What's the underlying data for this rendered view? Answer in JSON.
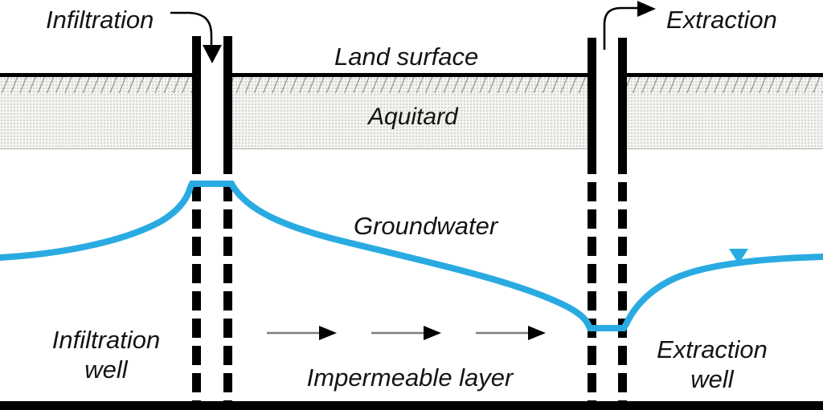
{
  "diagram": {
    "labels": {
      "infiltration": "Infiltration",
      "extraction": "Extraction",
      "land_surface": "Land surface",
      "aquitard": "Aquitard",
      "groundwater": "Groundwater",
      "infiltration_well": {
        "line1": "Infiltration",
        "line2": "well"
      },
      "extraction_well": {
        "line1": "Extraction",
        "line2": "well"
      },
      "impermeable_layer": "Impermeable layer"
    },
    "colors": {
      "water": "#29ABE2",
      "ink": "#000000",
      "flow_line": "#7d7d7d",
      "aquitard_fill": "#F4F4F1"
    },
    "icons": {
      "infiltration_arrow": "curved-down-arrow",
      "extraction_arrow": "curved-right-arrow",
      "water_table_marker": "inverted-triangle",
      "flow_arrow": "right-arrow"
    }
  }
}
